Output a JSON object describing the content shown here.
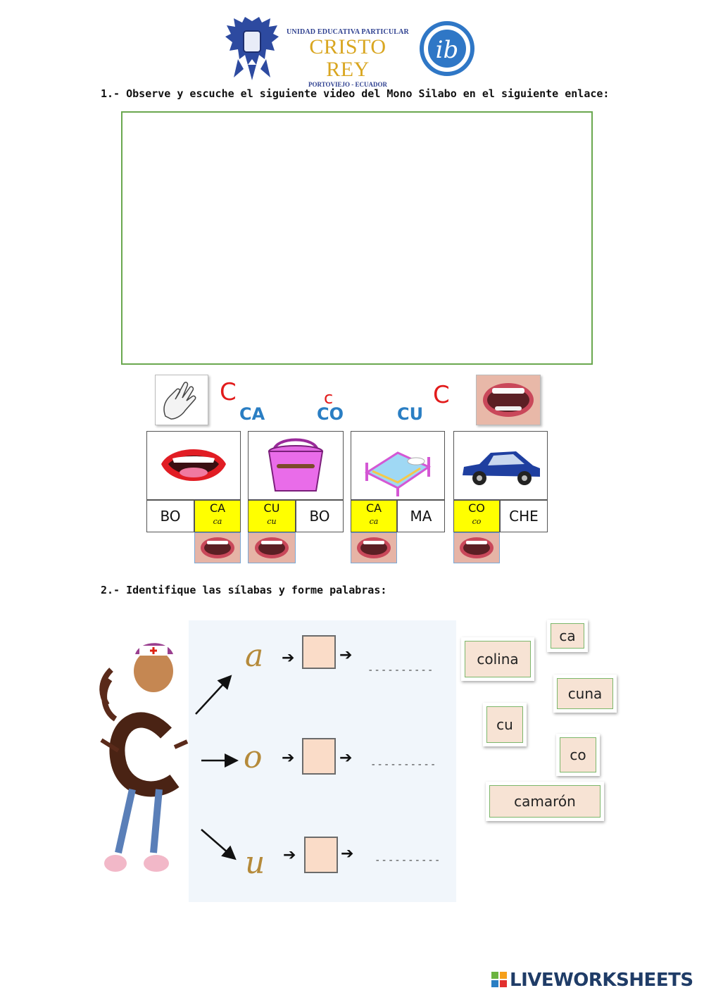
{
  "header": {
    "school_line1": "UNIDAD EDUCATIVA PARTICULAR",
    "school_name": "CRISTO REY",
    "school_city": "PORTOVIEJO - ECUADOR",
    "ib_logo_letters": "ib",
    "crest_icon": "school-crest-icon"
  },
  "question1": "1.- Observe y escuche el siguiente video del Mono Silabo en el siguiente enlace:",
  "chart": {
    "letter_C": "C",
    "letter_c": "c",
    "letter_C2": "C",
    "syllables": [
      "CA",
      "CO",
      "CU"
    ],
    "cards": [
      {
        "image": "mouth-icon",
        "left": "BO",
        "right_upper": "CA",
        "right_lower": "ca",
        "highlight": "right"
      },
      {
        "image": "bucket-icon",
        "left_upper": "CU",
        "left_lower": "cu",
        "right": "BO",
        "highlight": "left"
      },
      {
        "image": "bed-icon",
        "left_upper": "CA",
        "left_lower": "ca",
        "right": "MA",
        "highlight": "left"
      },
      {
        "image": "car-icon",
        "left_upper": "CO",
        "left_lower": "co",
        "right": "CHE",
        "highlight": "left"
      }
    ]
  },
  "question2": "2.- Identifique las sílabas y forme palabras:",
  "exercise": {
    "vowels": [
      "a",
      "o",
      "u"
    ],
    "blank": "----------"
  },
  "tiles": [
    "ca",
    "colina",
    "cuna",
    "cu",
    "co",
    "camarón"
  ],
  "footer": {
    "brand": "LIVEWORKSHEETS"
  },
  "colors": {
    "frame_green": "#6aa84f",
    "letter_red": "#e21b1b",
    "syllable_blue": "#2a7ec3",
    "highlight_yellow": "#ffff00",
    "brand_navy": "#1f3c67"
  }
}
